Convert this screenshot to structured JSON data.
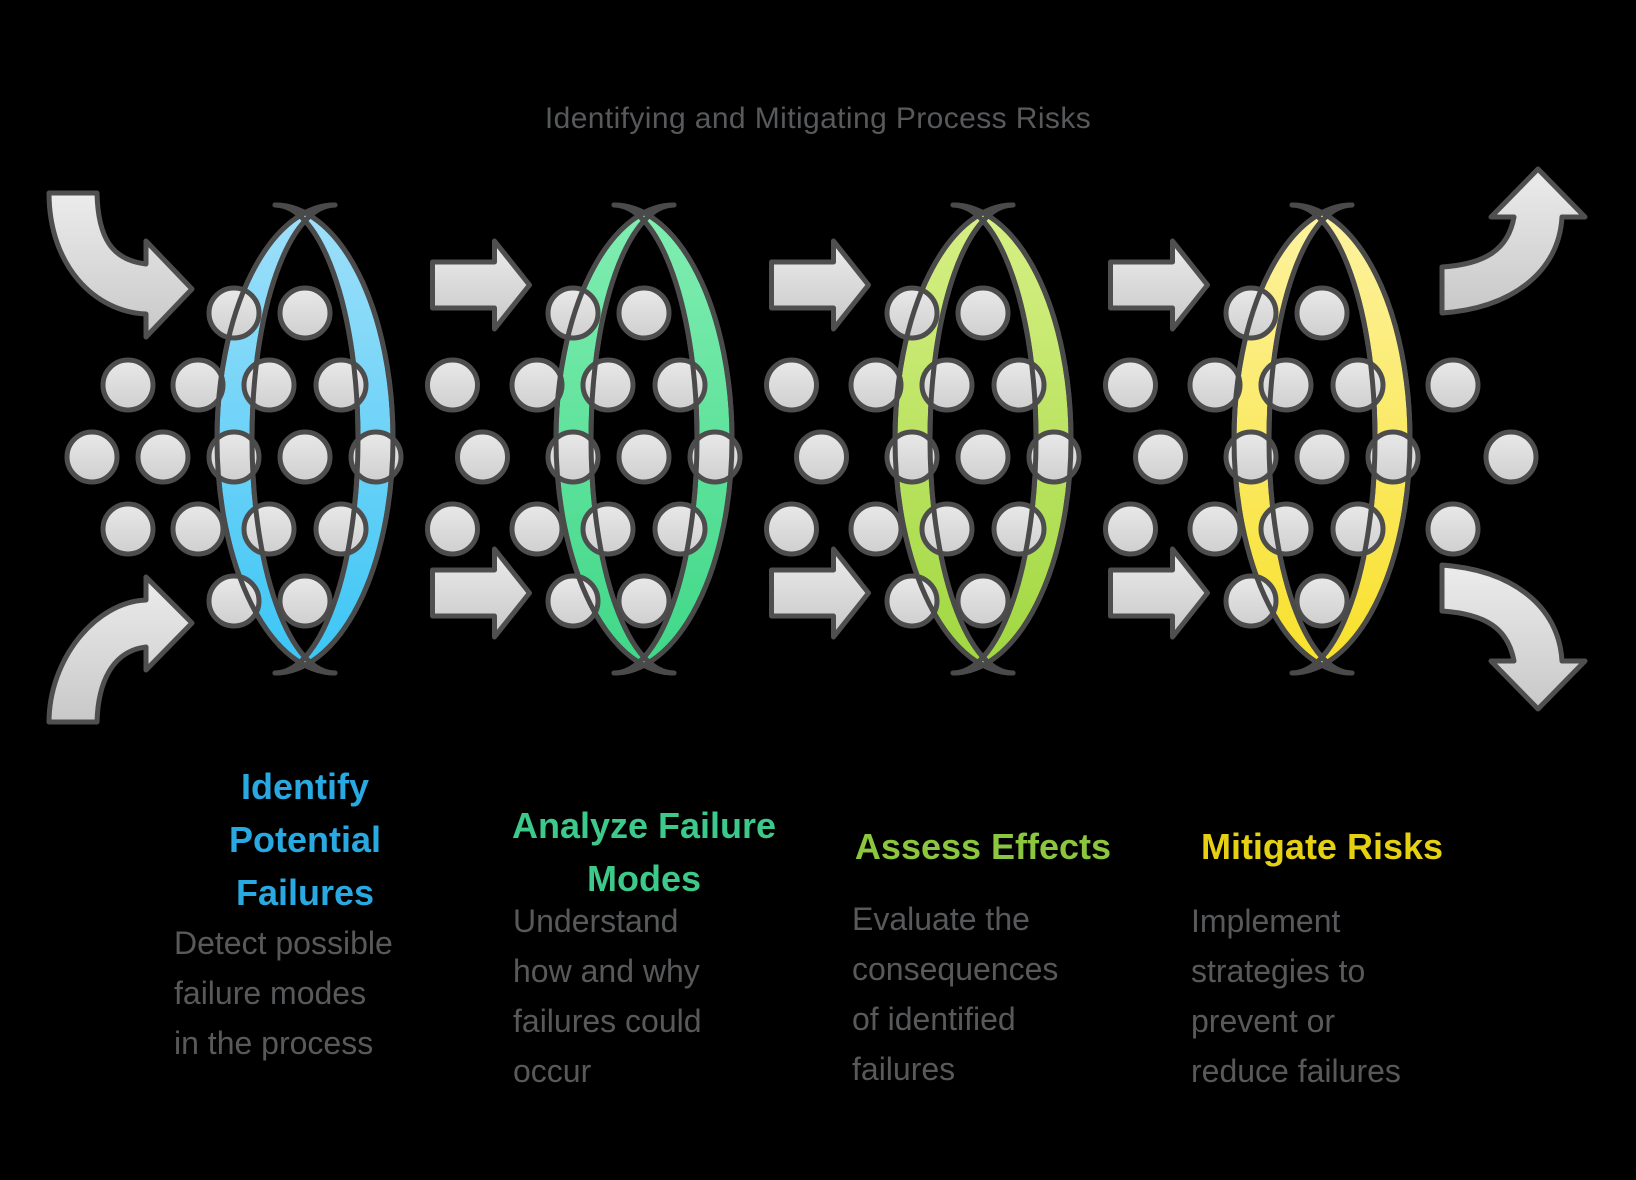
{
  "title": "Identifying and Mitigating Process Risks",
  "stages": [
    {
      "id": "identify-potential-failures",
      "heading": "Identify Potential Failures",
      "heading_lines": [
        "Identify",
        "Potential",
        "Failures"
      ],
      "description": "Detect possible failure modes in the process",
      "description_lines": [
        "Detect possible",
        "failure modes",
        "in the process"
      ],
      "accent_color": "#29a9e1",
      "ring_gradient_top": "#a0e0fa",
      "ring_gradient_bottom": "#3ac5f5"
    },
    {
      "id": "analyze-failure-modes",
      "heading": "Analyze Failure Modes",
      "heading_lines": [
        "Analyze Failure",
        "Modes"
      ],
      "description": "Understand how and why failures could occur",
      "description_lines": [
        "Understand",
        "how and why",
        "failures could",
        "occur"
      ],
      "accent_color": "#3cc98a",
      "ring_gradient_top": "#82eeb2",
      "ring_gradient_bottom": "#3ed787"
    },
    {
      "id": "assess-effects",
      "heading": "Assess Effects",
      "heading_lines": [
        "Assess Effects"
      ],
      "description": "Evaluate the consequences of identified failures",
      "description_lines": [
        "Evaluate the",
        "consequences",
        "of identified",
        "failures"
      ],
      "accent_color": "#8cc63e",
      "ring_gradient_top": "#d8f086",
      "ring_gradient_bottom": "#9fd73f"
    },
    {
      "id": "mitigate-risks",
      "heading": "Mitigate Risks",
      "heading_lines": [
        "Mitigate Risks"
      ],
      "description": "Implement strategies to prevent or reduce failures",
      "description_lines": [
        "Implement",
        "strategies to",
        "prevent or",
        "reduce failures"
      ],
      "accent_color": "#e5d012",
      "ring_gradient_top": "#fdf3a2",
      "ring_gradient_bottom": "#f8e028"
    }
  ],
  "style": {
    "background": "#000000",
    "text_color": "#58595b",
    "outline_color": "#4a4a4a",
    "dot_fill_top": "#e9e9e9",
    "dot_fill_bottom": "#cfcfcf",
    "dot_stroke": "#4d4d4d",
    "arrow_fill_top": "#ececec",
    "arrow_fill_bottom": "#c8c8c8",
    "arrow_stroke": "#4f4f4f"
  },
  "icons": {
    "input_top": "curve-down-right-arrow-icon",
    "input_bottom": "curve-up-right-arrow-icon",
    "flow": "block-right-arrow-icon",
    "output_top": "curve-right-up-arrow-icon",
    "output_bottom": "curve-right-down-arrow-icon",
    "ring": "process-filter-ring-icon",
    "dot": "process-item-dot-icon"
  }
}
